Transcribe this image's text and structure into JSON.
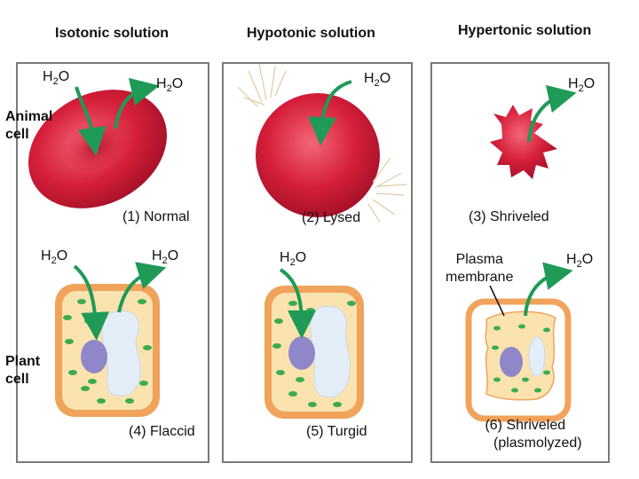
{
  "columns": [
    {
      "title": "Isotonic solution"
    },
    {
      "title": "Hypotonic solution"
    },
    {
      "title": "Hypertonic solution"
    }
  ],
  "row_labels": {
    "animal_line1": "Animal",
    "animal_line2": "cell",
    "plant_line1": "Plant",
    "plant_line2": "cell"
  },
  "water": {
    "main": "H",
    "sub": "2",
    "end": "O"
  },
  "captions": {
    "normal": "(1) Normal",
    "lysed": "(2) Lysed",
    "shriveled": "(3) Shriveled",
    "flaccid": "(4) Flaccid",
    "turgid": "(5) Turgid",
    "plasmolyzed_line1": "(6) Shriveled",
    "plasmolyzed_line2": "(plasmolyzed)"
  },
  "plasma_membrane": {
    "line1": "Plasma",
    "line2": "membrane"
  },
  "colors": {
    "rbc": "#d61f3a",
    "arrow": "#1f9a57",
    "cell_wall": "#f0a35a",
    "cytoplasm": "#fbe3b0",
    "chloroplast": "#3cab52",
    "nucleus": "#8f87c9",
    "vacuole": "#e4eef8"
  }
}
